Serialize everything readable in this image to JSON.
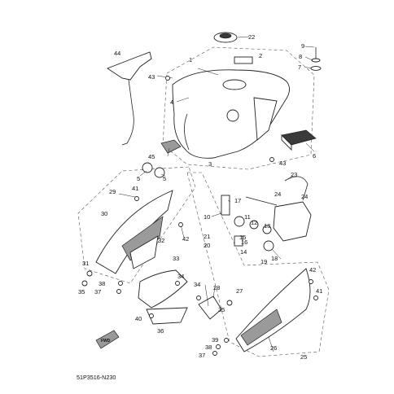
{
  "diagram": {
    "callouts": {
      "c1": "1",
      "c2": "2",
      "c3": "3",
      "c4": "4",
      "c5": "5",
      "c5b": "5",
      "c6": "6",
      "c7": "7",
      "c8": "8",
      "c9": "9",
      "c10": "10",
      "c11": "11",
      "c12": "12",
      "c13": "13",
      "c14": "14",
      "c15": "15",
      "c16": "16",
      "c17": "17",
      "c18": "18",
      "c19": "19",
      "c20": "20",
      "c21": "21",
      "c22": "22",
      "c23": "23",
      "c24": "24",
      "c24b": "24",
      "c25": "25",
      "c26": "26",
      "c27": "27",
      "c28": "28",
      "c29": "29",
      "c30": "30",
      "c31": "31",
      "c32": "32",
      "c33": "33",
      "c34": "34",
      "c34b": "34",
      "c35": "35",
      "c35b": "35",
      "c36": "36",
      "c37": "37",
      "c37b": "37",
      "c38": "38",
      "c38b": "38",
      "c39": "39",
      "c40": "40",
      "c41": "41",
      "c41b": "41",
      "c42": "42",
      "c42b": "42",
      "c43": "43",
      "c43b": "43",
      "c44": "44",
      "c45": "45"
    },
    "fwd_badge": "FWD",
    "figure_code": "51P3516-N230"
  }
}
